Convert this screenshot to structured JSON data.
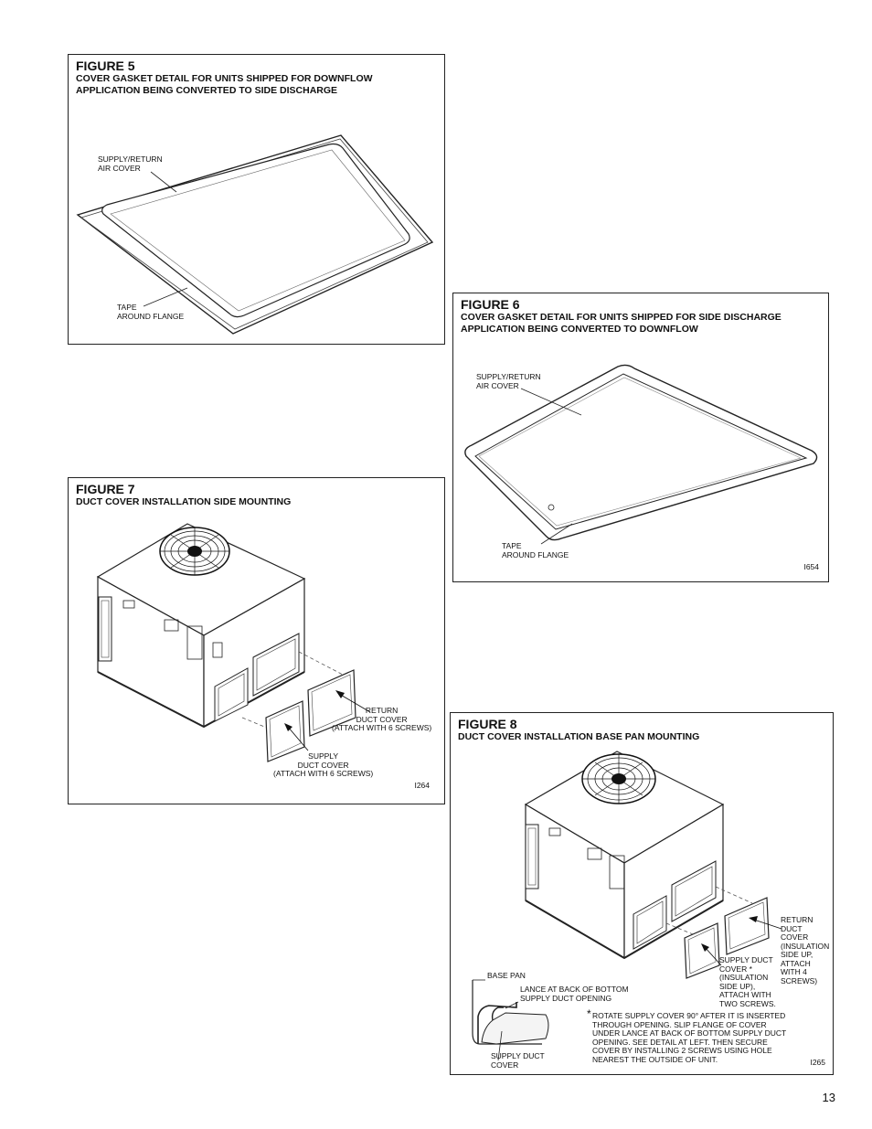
{
  "page_number": "13",
  "figure5": {
    "title": "FIGURE 5",
    "subtitle_line1": "COVER GASKET DETAIL FOR UNITS SHIPPED FOR DOWNFLOW",
    "subtitle_line2": "APPLICATION BEING CONVERTED TO SIDE DISCHARGE",
    "label_cover": "SUPPLY/RETURN\nAIR COVER",
    "label_tape": "TAPE\nAROUND FLANGE"
  },
  "figure6": {
    "title": "FIGURE 6",
    "subtitle_line1": "COVER GASKET DETAIL FOR UNITS SHIPPED FOR SIDE DISCHARGE",
    "subtitle_line2": "APPLICATION BEING CONVERTED TO DOWNFLOW",
    "label_cover": "SUPPLY/RETURN\nAIR COVER",
    "label_tape": "TAPE\nAROUND FLANGE",
    "code": "I654"
  },
  "figure7": {
    "title": "FIGURE 7",
    "subtitle": "DUCT COVER INSTALLATION SIDE MOUNTING",
    "label_return": "RETURN\nDUCT COVER\n(ATTACH WITH 6 SCREWS)",
    "label_supply": "SUPPLY\nDUCT COVER\n(ATTACH WITH 6 SCREWS)",
    "code": "I264"
  },
  "figure8": {
    "title": "FIGURE 8",
    "subtitle": "DUCT COVER INSTALLATION BASE PAN MOUNTING",
    "label_return": "RETURN\nDUCT\nCOVER\n(INSULATION\nSIDE UP,\nATTACH\nWITH 4\nSCREWS)",
    "label_supply": "SUPPLY DUCT\nCOVER *\n(INSULATION\nSIDE UP),\nATTACH WITH\nTWO SCREWS.",
    "label_base_pan": "BASE PAN",
    "label_lance": "LANCE AT BACK OF BOTTOM\nSUPPLY DUCT OPENING",
    "label_supply_cover": "SUPPLY DUCT\nCOVER",
    "note_star": "*",
    "note": "ROTATE SUPPLY COVER 90° AFTER IT IS INSERTED\nTHROUGH OPENING. SLIP FLANGE OF COVER\nUNDER LANCE AT BACK OF BOTTOM SUPPLY DUCT\nOPENING. SEE DETAIL AT LEFT. THEN SECURE\nCOVER BY INSTALLING 2 SCREWS USING HOLE\nNEAREST THE OUTSIDE OF UNIT.",
    "code": "I265"
  }
}
